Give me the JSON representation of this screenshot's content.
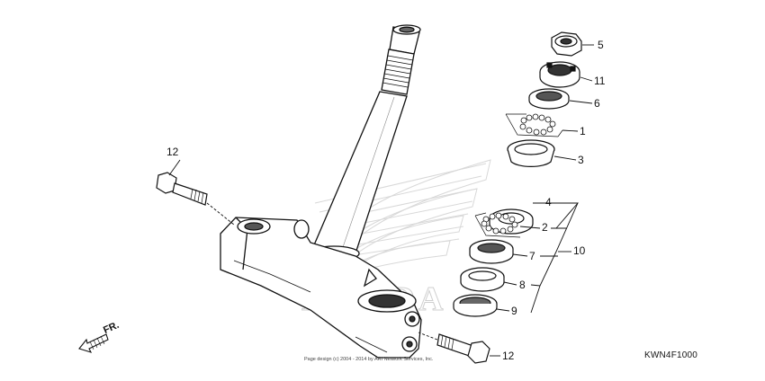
{
  "callouts": {
    "c1": "1",
    "c2": "2",
    "c3": "3",
    "c4": "4",
    "c5": "5",
    "c6": "6",
    "c7": "7",
    "c8": "8",
    "c9": "9",
    "c10": "10",
    "c11": "11",
    "c12a": "12",
    "c12b": "12"
  },
  "direction_label": "FR.",
  "diagram_code": "KWN4F1000",
  "copyright": "Page design (c) 2004 - 2014 by ARI Network Services, Inc.",
  "watermark_brand": "HONDA",
  "icons": [
    "front-direction-arrow-icon"
  ]
}
